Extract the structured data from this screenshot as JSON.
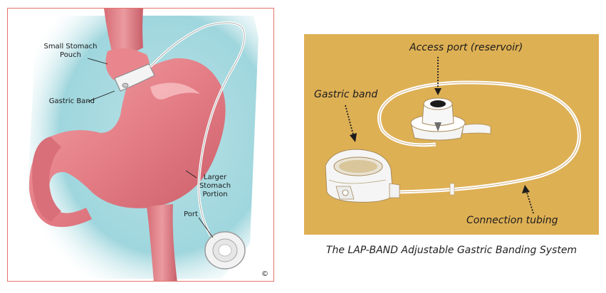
{
  "left_diagram": {
    "labels": {
      "pouch": "Small Stomach Pouch",
      "band": "Gastric Band",
      "larger": "Larger Stomach Portion",
      "port": "Port",
      "copyright": "©"
    },
    "colors": {
      "border": "#e4746a",
      "stomach": "#e9868d",
      "background": "#9fd6dd"
    }
  },
  "right_diagram": {
    "labels": {
      "access_port": "Access port (reservoir)",
      "gastric_band": "Gastric band",
      "tubing": "Connection tubing"
    },
    "colors": {
      "background": "#deb054"
    }
  },
  "caption": "The LAP-BAND Adjustable Gastric Banding System"
}
